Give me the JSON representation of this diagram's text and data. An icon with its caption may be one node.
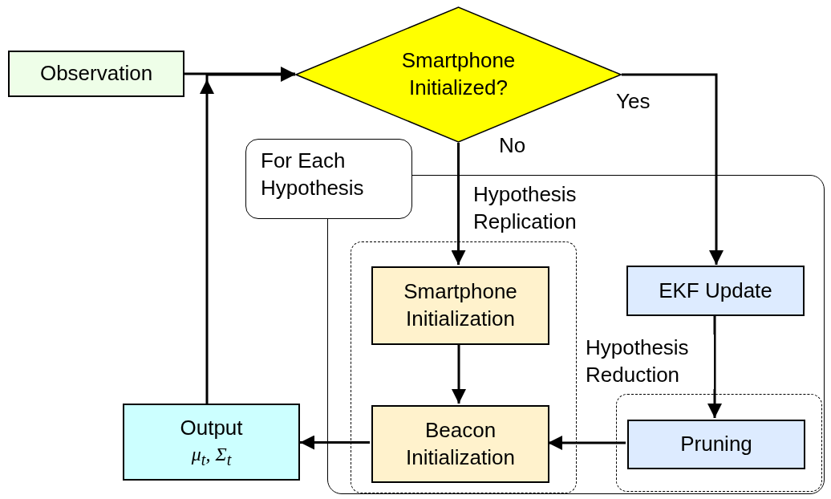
{
  "diagram": {
    "nodes": [
      {
        "text": [
          "Observation"
        ]
      },
      {
        "text": [
          "Smartphone Initialized?"
        ]
      },
      {
        "text": [
          "For Each Hypothesis"
        ]
      },
      {
        "text": [],
        "shape": "box",
        "in": 2
      },
      {
        "text": [
          "Smartphone Initialization"
        ],
        "in": 3
      },
      {
        "text": [
          "Beacon Initialization"
        ],
        "in": 3
      },
      {
        "text": [
          "EKF Update"
        ],
        "in": 2
      },
      {
        "text": [],
        "shape": "box",
        "in": 2
      },
      {
        "text": [
          "Pruning"
        ],
        "in": 7
      },
      {
        "text": [
          "Output",
          "μ$_{t}$, Σ$_{t}$"
        ]
      }
    ],
    "edges": [
      {
        "from": 0,
        "to": 1,
        "arrow": "to"
      },
      {
        "from": 1,
        "to": 4,
        "arrow": "to",
        "label": "No"
      },
      {
        "from": 1,
        "to": 6,
        "arrow": "to",
        "label": "Yes"
      },
      {
        "from": 4,
        "to": 5,
        "arrow": "to"
      },
      {
        "from": 6,
        "to": 8,
        "arrow": "to",
        "label": "Hypothesis Reduction"
      },
      {
        "from": 8,
        "to": 5,
        "arrow": "to"
      },
      {
        "from": 5,
        "to": 9,
        "arrow": "to"
      },
      {
        "from": 9,
        "to": 1,
        "arrow": "to"
      }
    ],
    "labels": [
      "Hypothesis Replication"
    ]
  }
}
